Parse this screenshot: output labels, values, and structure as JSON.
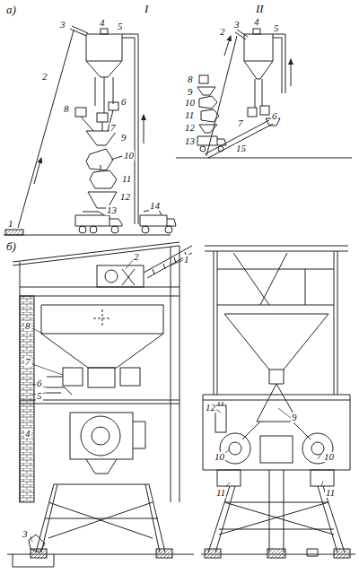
{
  "diagram": {
    "labels": [
      "а)",
      "I",
      "3",
      "4",
      "5",
      "2",
      "8",
      "6",
      "7",
      "9",
      "10",
      "11",
      "12",
      "13",
      "14",
      "1",
      "II",
      "2",
      "3",
      "4",
      "5",
      "8",
      "9",
      "10",
      "7",
      "6",
      "11",
      "12",
      "13",
      "15",
      "б)",
      "2",
      "1",
      "8",
      "7",
      "6",
      "5",
      "4",
      "3",
      "12",
      "9",
      "10",
      "10",
      "11",
      "11"
    ]
  }
}
